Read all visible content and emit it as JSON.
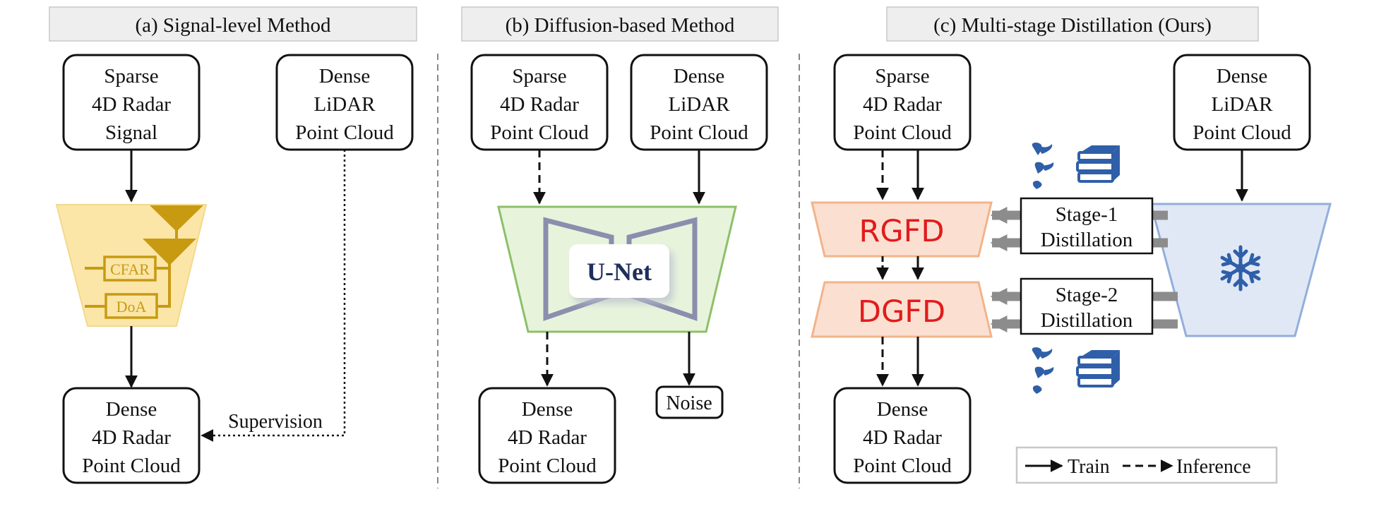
{
  "panels": {
    "a": {
      "header": "(a) Signal-level Method",
      "sparse_input": [
        "Sparse",
        "4D Radar",
        "Signal"
      ],
      "dense_gt": [
        "Dense",
        "LiDAR",
        "Point Cloud"
      ],
      "block_labels": [
        "CFAR",
        "DoA"
      ],
      "output": [
        "Dense",
        "4D Radar",
        "Point Cloud"
      ],
      "supervision_label": "Supervision"
    },
    "b": {
      "header": "(b) Diffusion-based Method",
      "sparse_input": [
        "Sparse",
        "4D Radar",
        "Point Cloud"
      ],
      "dense_gt": [
        "Dense",
        "LiDAR",
        "Point Cloud"
      ],
      "network_label": "U-Net",
      "output": [
        "Dense",
        "4D Radar",
        "Point Cloud"
      ],
      "noise_label": "Noise"
    },
    "c": {
      "header": "(c) Multi-stage Distillation (Ours)",
      "sparse_input": [
        "Sparse",
        "4D Radar",
        "Point Cloud"
      ],
      "dense_gt": [
        "Dense",
        "LiDAR",
        "Point Cloud"
      ],
      "module1": "RGFD",
      "module2": "DGFD",
      "stage1": [
        "Stage-1",
        "Distillation"
      ],
      "stage2": [
        "Stage-2",
        "Distillation"
      ],
      "output": [
        "Dense",
        "4D Radar",
        "Point Cloud"
      ]
    }
  },
  "legend": {
    "train": "Train",
    "inference": "Inference"
  },
  "icons": {
    "teacher": "snowflake-icon",
    "trainable": "flame-icon",
    "knowledge": "books-icon",
    "antenna": "antenna-icon"
  },
  "colors": {
    "signal_block_fill": "#fbe6a8",
    "signal_block_line": "#c89a12",
    "unet_fill": "#e8f3dc",
    "unet_stroke": "#8cc06a",
    "student_fill": "#fbe0d2",
    "student_stroke": "#f2b48a",
    "student_text": "#e21b1b",
    "teacher_fill": "#e0e8f6",
    "teacher_stroke": "#92aedb",
    "icon_blue": "#2f5fa8",
    "header_fill": "#eeeeee"
  }
}
